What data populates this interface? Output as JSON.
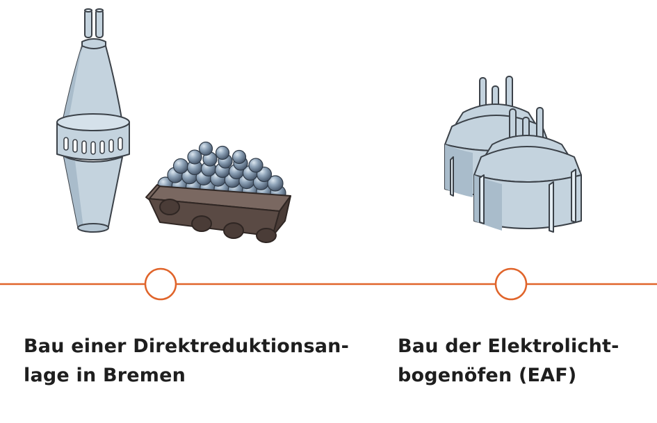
{
  "timeline": {
    "line_color": "#e0642a",
    "milestones": [
      {
        "id": "dri",
        "caption_lines": [
          "Bau einer Direktreduktionsan-",
          "lage in Bremen"
        ],
        "illustration": "direct-reduction-plant-with-ore-cart"
      },
      {
        "id": "eaf",
        "caption_lines": [
          "Bau der Elektrolicht-",
          "bogenöfen (EAF)"
        ],
        "illustration": "electric-arc-furnaces"
      }
    ]
  },
  "colors": {
    "vessel_fill": "#c4d3de",
    "vessel_shade": "#a9bccb",
    "outline": "#3b4148",
    "cart_fill": "#5a4a44",
    "pellet_fill": "#7e94ab"
  }
}
